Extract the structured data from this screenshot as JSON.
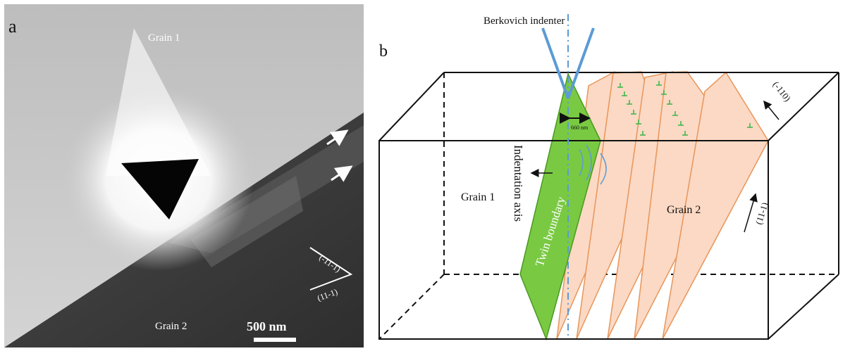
{
  "panel_a": {
    "label": "a",
    "grain_top": "Grain 1",
    "grain_bottom": "Grain 2",
    "scale_bar": "500 nm",
    "plane_upper": "(-11-1)",
    "plane_lower": "(11-1)"
  },
  "panel_b": {
    "label": "b",
    "indenter": "Berkovich indenter",
    "grain_left": "Grain 1",
    "grain_right": "Grain 2",
    "twin_boundary": "Twin boundary",
    "indentation_axis": "Indentation axis",
    "distance": "660 nm",
    "dir_top": "(-110)",
    "dir_side": "(11-1)"
  },
  "colors": {
    "twin_green": "#7ac943",
    "twin_plane_fill": "#fbd9c4",
    "twin_plane_stroke": "#e8955a",
    "indenter_blue": "#5b9bd5",
    "dislocation_green": "#39b54a"
  }
}
